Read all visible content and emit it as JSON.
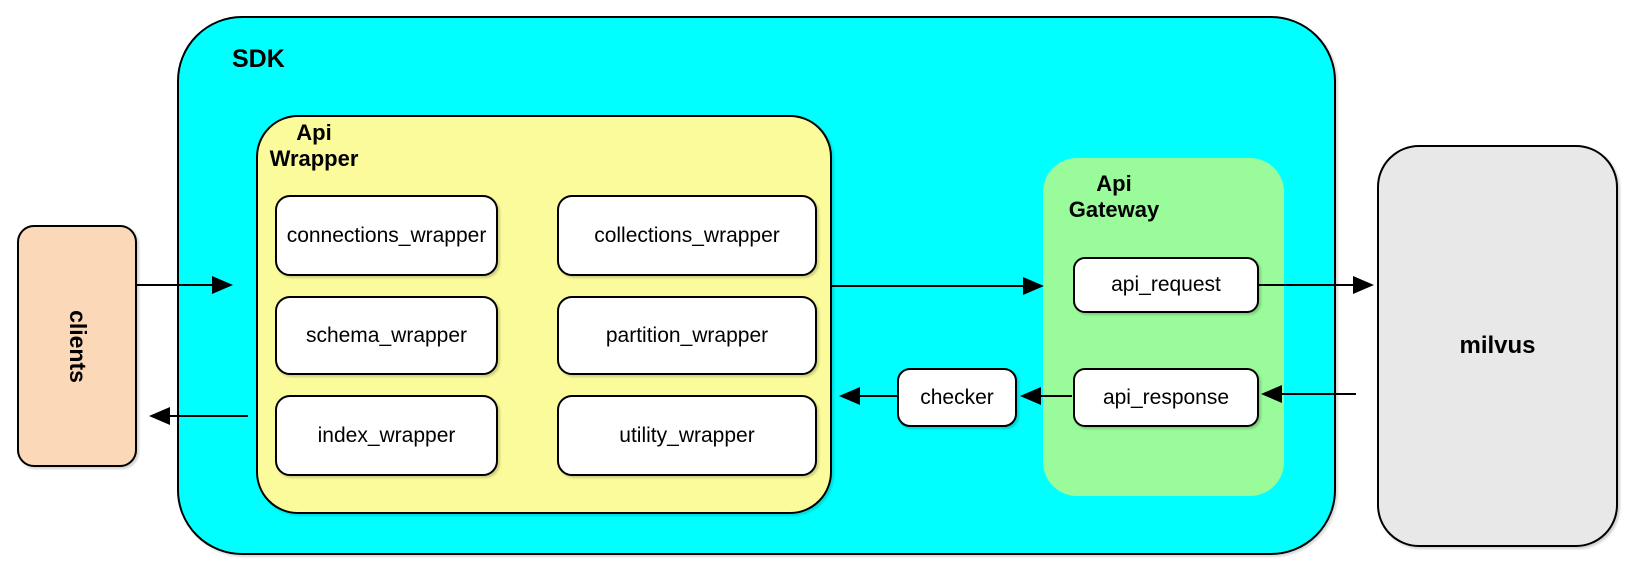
{
  "colors": {
    "sdk-fill": "#00ffff",
    "wrapper-fill": "#fbfb9b",
    "gateway-fill": "#9afb9a",
    "clients-fill": "#fad8b8",
    "milvus-fill": "#e8e8e8",
    "box-fill": "#ffffff",
    "stroke": "#000000"
  },
  "clients": {
    "label": "clients"
  },
  "sdk": {
    "label": "SDK",
    "api_wrapper": {
      "label": "Api\nWrapper",
      "boxes": [
        "connections_wrapper",
        "collections_wrapper",
        "schema_wrapper",
        "partition_wrapper",
        "index_wrapper",
        "utility_wrapper"
      ]
    },
    "checker": {
      "label": "checker"
    },
    "api_gateway": {
      "label": "Api\nGateway",
      "request_label": "api_request",
      "response_label": "api_response"
    }
  },
  "milvus": {
    "label": "milvus"
  }
}
